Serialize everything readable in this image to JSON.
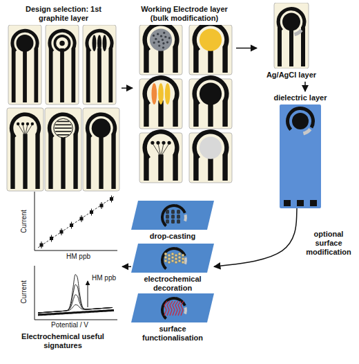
{
  "diagram": {
    "nodes": [
      {
        "text": [
          "Design selection: 1st graphite layer"
        ]
      },
      {
        "text": [
          "Working Electrode layer (bulk modification)"
        ]
      },
      {
        "text": [
          "Ag/AgCl layer"
        ]
      },
      {
        "text": [
          "dielectric layer"
        ]
      },
      {
        "text": [
          "drop-casting"
        ]
      },
      {
        "text": [
          "electrochemical decoration"
        ]
      },
      {
        "text": [
          "surface functionalisation"
        ]
      },
      {
        "text": [
          "Electrochemical useful signatures"
        ]
      }
    ],
    "edges": [
      {
        "from": 0,
        "to": 1,
        "arrow": "to"
      },
      {
        "from": 1,
        "to": 2,
        "arrow": "to"
      },
      {
        "from": 2,
        "to": 3,
        "arrow": "to"
      },
      {
        "from": 3,
        "to": 5,
        "label": "optional surface modification",
        "arrow": "to"
      },
      {
        "from": 5,
        "to": 7,
        "arrow": "to"
      }
    ],
    "labels": [
      "Current",
      "HM ppb",
      "Current",
      "Potential / V",
      "HM ppb"
    ]
  }
}
